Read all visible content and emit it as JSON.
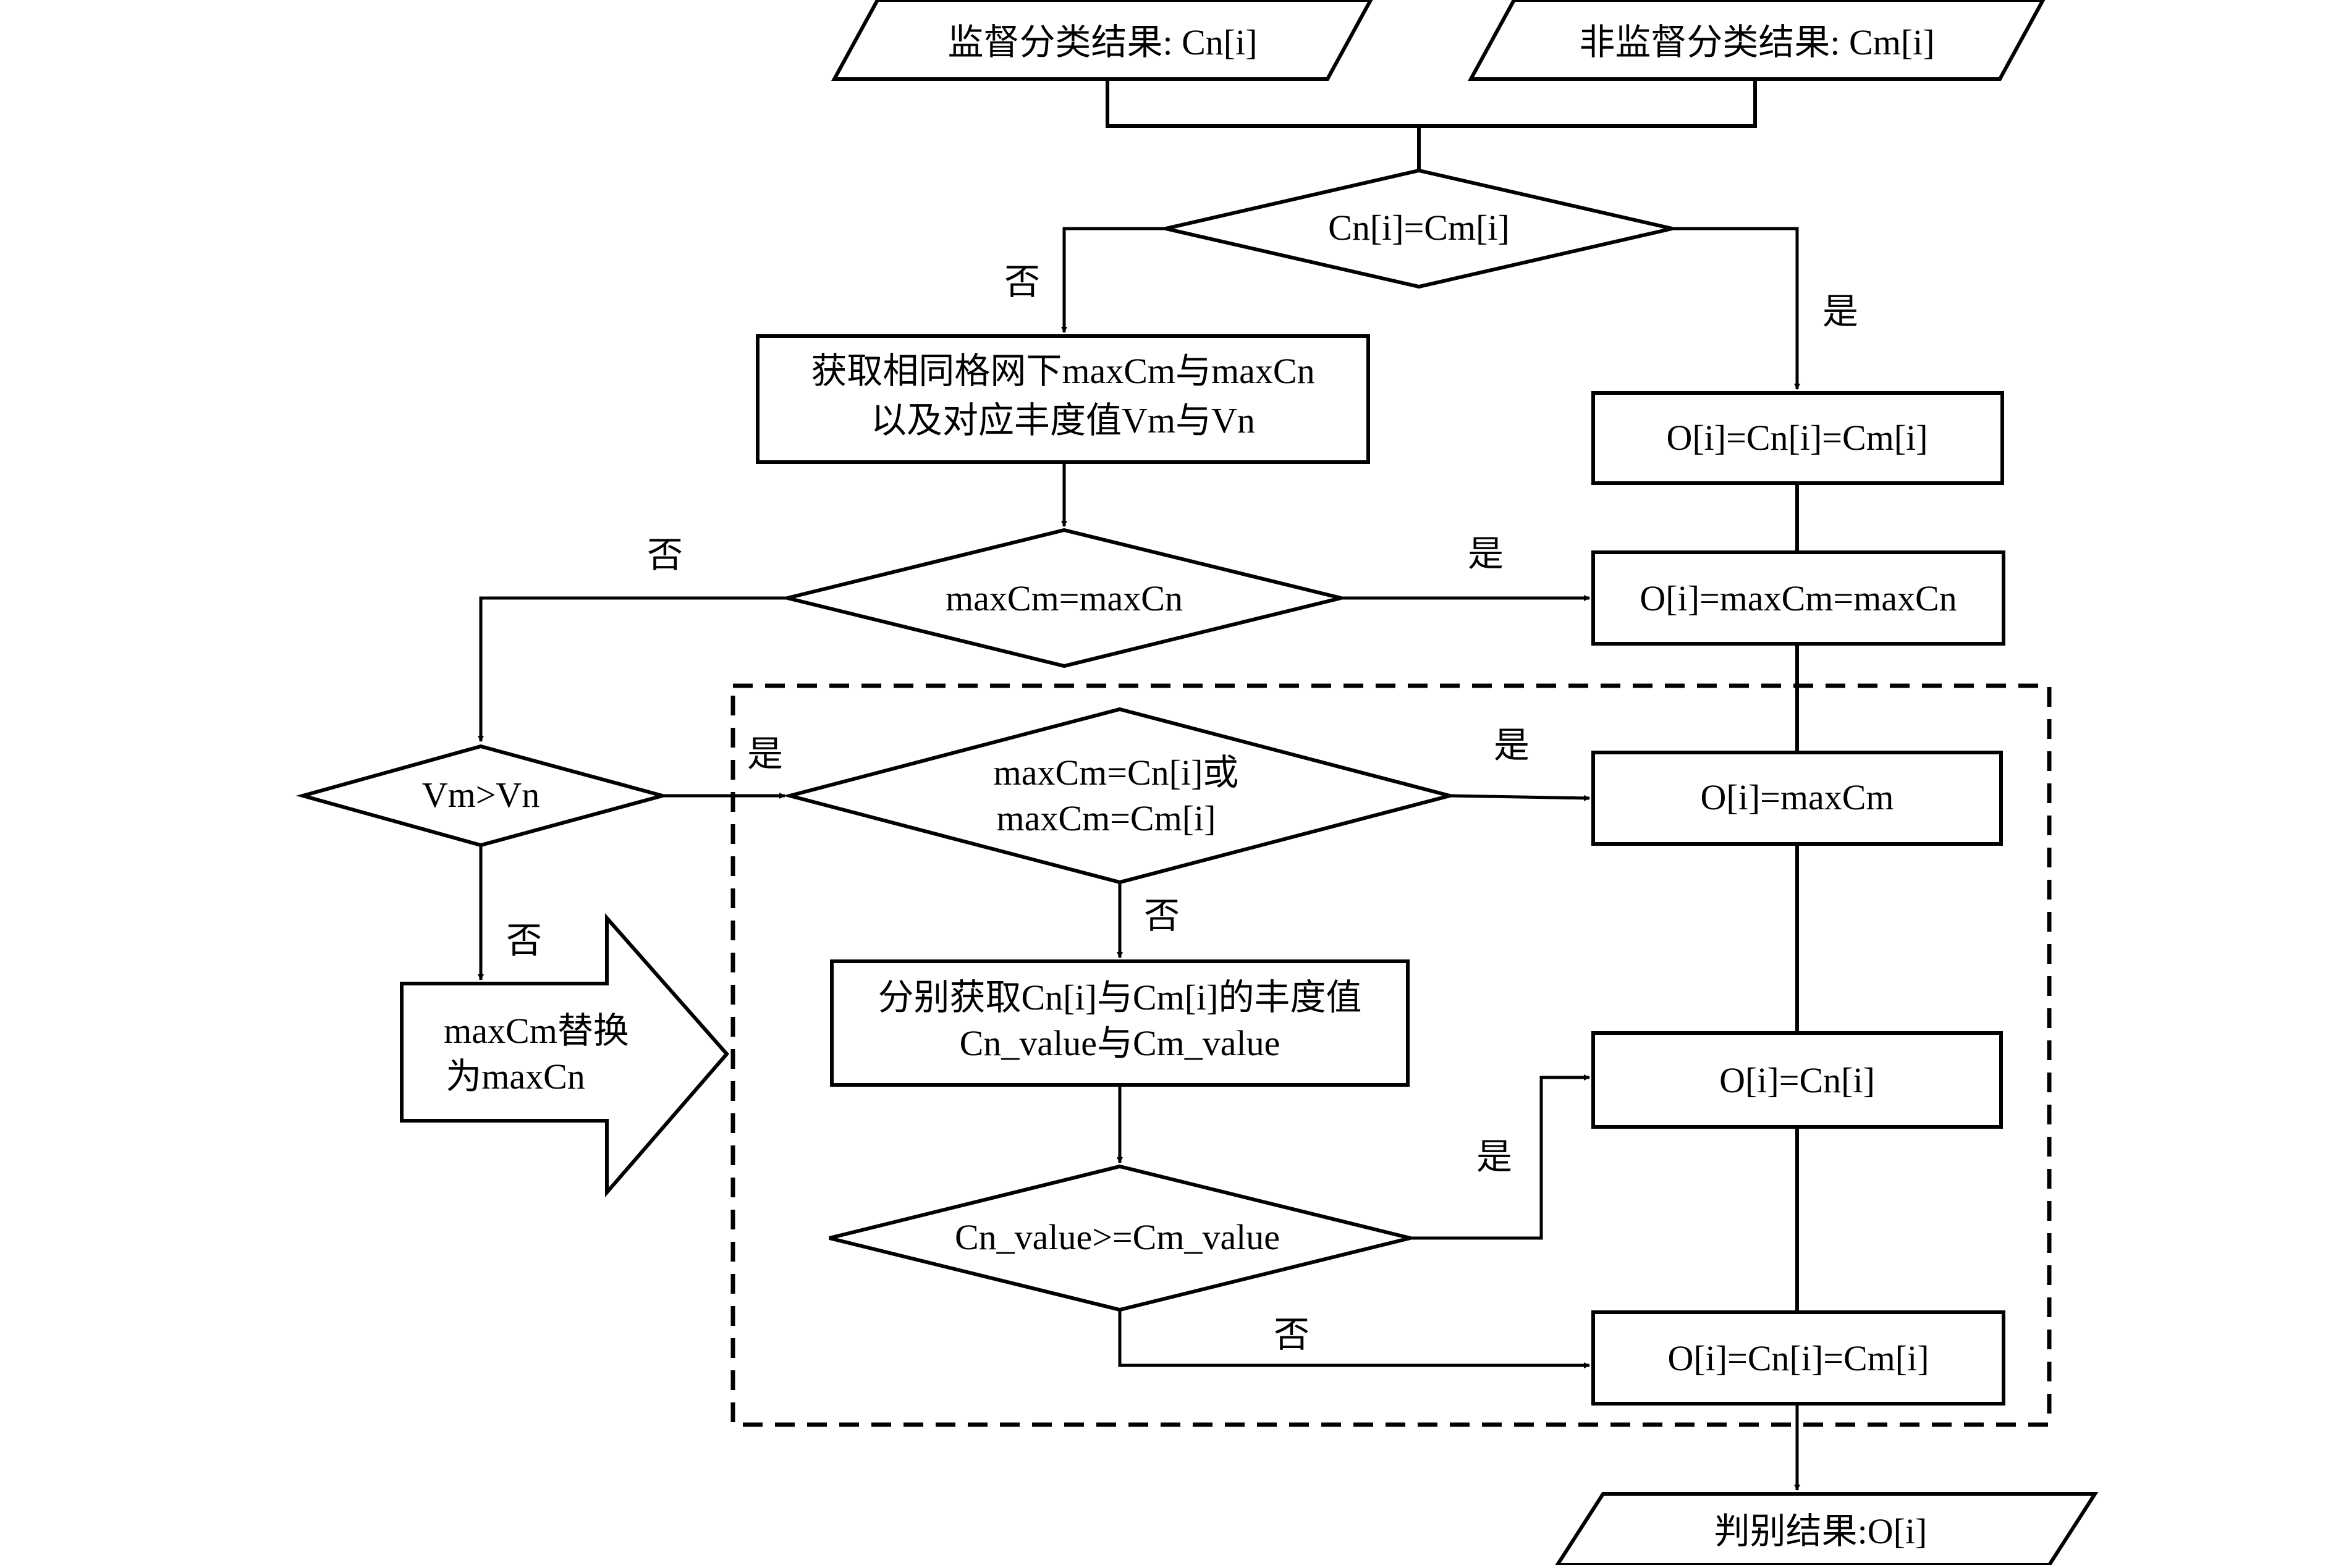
{
  "inputs": {
    "supervised": "监督分类结果: Cn[i]",
    "unsupervised": "非监督分类结果: Cm[i]"
  },
  "nodes": {
    "cond_equal": "Cn[i]=Cm[i]",
    "get_max": [
      "获取相同格网下maxCm与maxCn",
      "以及对应丰度值Vm与Vn"
    ],
    "out_equal": "O[i]=Cn[i]=Cm[i]",
    "cond_max_equal": "maxCm=maxCn",
    "out_max_equal": "O[i]=maxCm=maxCn",
    "cond_v": "Vm>Vn",
    "replace_arrow": [
      "maxCm替换",
      "为maxCn"
    ],
    "cond_max_in": [
      "maxCm=Cn[i]或",
      "maxCm=Cm[i]"
    ],
    "out_max_cm": "O[i]=maxCm",
    "get_values": [
      "分别获取Cn[i]与Cm[i]的丰度值",
      "Cn_value与Cm_value"
    ],
    "out_cn": "O[i]=Cn[i]",
    "cond_value": "Cn_value>=Cm_value",
    "out_cn_cm": "O[i]=Cn[i]=Cm[i]",
    "result": "判别结果:O[i]"
  },
  "branch_labels": {
    "yes": "是",
    "no": "否"
  }
}
